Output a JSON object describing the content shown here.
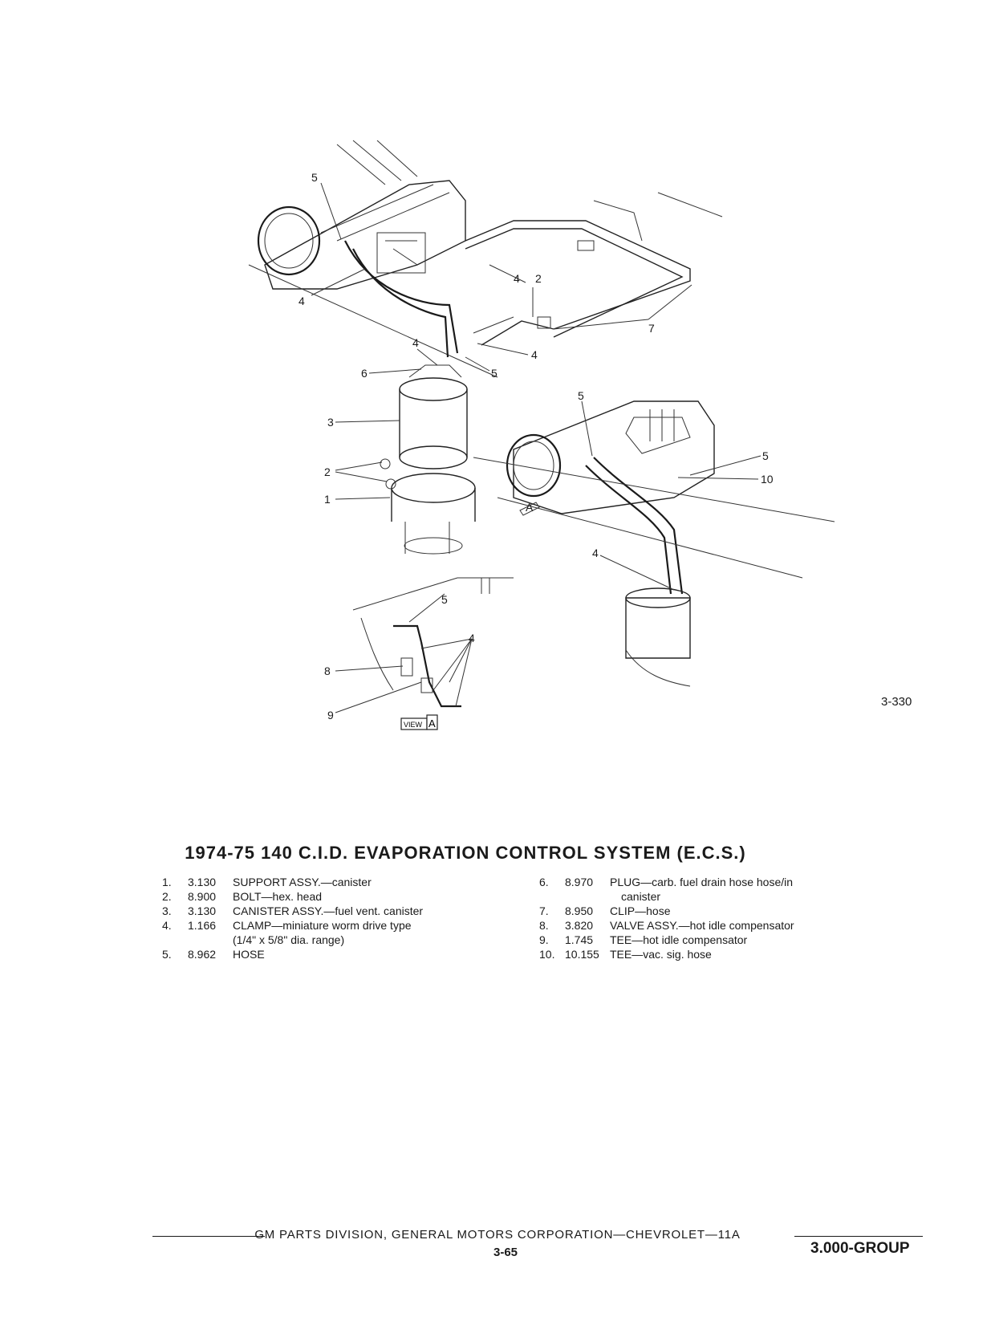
{
  "diagram": {
    "callouts": [
      "1",
      "2",
      "3",
      "4",
      "5",
      "6",
      "7",
      "8",
      "9",
      "10"
    ],
    "view_label": "VIEW",
    "view_letter": "A",
    "view_marker_letter": "A",
    "figure_number": "3-330"
  },
  "title": "1974-75 140 C.I.D. EVAPORATION CONTROL SYSTEM (E.C.S.)",
  "parts_left": [
    {
      "num": "1.",
      "code": "3.130",
      "desc": "SUPPORT ASSY.—canister",
      "cont": ""
    },
    {
      "num": "2.",
      "code": "8.900",
      "desc": "BOLT—hex. head",
      "cont": ""
    },
    {
      "num": "3.",
      "code": "3.130",
      "desc": "CANISTER ASSY.—fuel vent. canister",
      "cont": ""
    },
    {
      "num": "4.",
      "code": "1.166",
      "desc": "CLAMP—miniature worm drive type",
      "cont": "(1/4\" x 5/8\" dia. range)"
    },
    {
      "num": "5.",
      "code": "8.962",
      "desc": "HOSE",
      "cont": ""
    }
  ],
  "parts_right": [
    {
      "num": "6.",
      "code": "8.970",
      "desc": "PLUG—carb. fuel drain hose hose/in",
      "cont": "canister"
    },
    {
      "num": "7.",
      "code": "8.950",
      "desc": "CLIP—hose",
      "cont": ""
    },
    {
      "num": "8.",
      "code": "3.820",
      "desc": "VALVE ASSY.—hot idle compensator",
      "cont": ""
    },
    {
      "num": "9.",
      "code": "1.745",
      "desc": "TEE—hot idle compensator",
      "cont": ""
    },
    {
      "num": "10.",
      "code": "10.155",
      "desc": "TEE—vac. sig. hose",
      "cont": ""
    }
  ],
  "footer": {
    "text": "GM PARTS DIVISION, GENERAL MOTORS CORPORATION—CHEVROLET—11A",
    "page": "3-65",
    "group": "3.000-GROUP"
  }
}
